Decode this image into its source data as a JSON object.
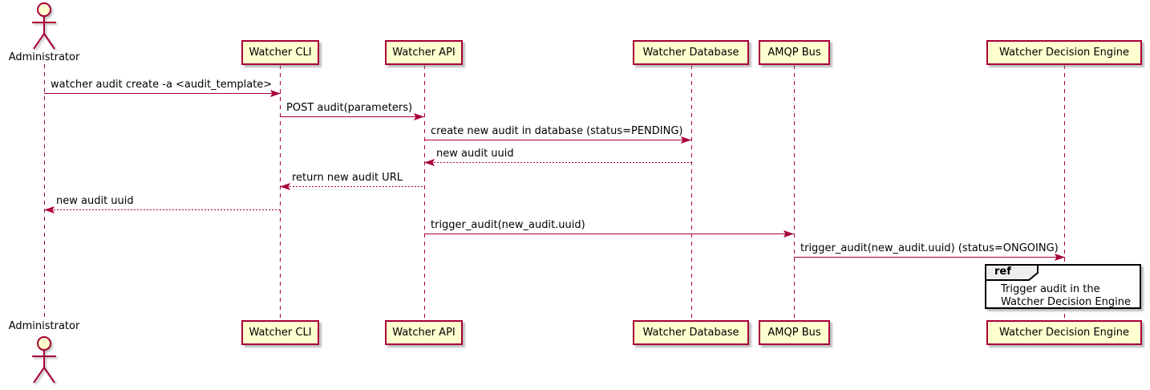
{
  "diagram": {
    "type": "sequence-diagram",
    "actor": {
      "name": "Administrator"
    },
    "participants": [
      {
        "name": "Watcher CLI"
      },
      {
        "name": "Watcher API"
      },
      {
        "name": "Watcher Database"
      },
      {
        "name": "AMQP Bus"
      },
      {
        "name": "Watcher Decision Engine"
      }
    ],
    "messages": [
      {
        "from": "Administrator",
        "to": "Watcher CLI",
        "text": "watcher audit create -a <audit_template>",
        "line": "solid"
      },
      {
        "from": "Watcher CLI",
        "to": "Watcher API",
        "text": "POST audit(parameters)",
        "line": "solid"
      },
      {
        "from": "Watcher API",
        "to": "Watcher Database",
        "text": "create new audit in database (status=PENDING)",
        "line": "solid"
      },
      {
        "from": "Watcher Database",
        "to": "Watcher API",
        "text": "new audit uuid",
        "line": "dashed"
      },
      {
        "from": "Watcher API",
        "to": "Watcher CLI",
        "text": "return new audit URL",
        "line": "dashed"
      },
      {
        "from": "Watcher CLI",
        "to": "Administrator",
        "text": "new audit uuid",
        "line": "dashed"
      },
      {
        "from": "Watcher API",
        "to": "AMQP Bus",
        "text": "trigger_audit(new_audit.uuid)",
        "line": "solid"
      },
      {
        "from": "AMQP Bus",
        "to": "Watcher Decision Engine",
        "text": "trigger_audit(new_audit.uuid) (status=ONGOING)",
        "line": "solid"
      }
    ],
    "ref": {
      "keyword": "ref",
      "line1": "Trigger audit in the",
      "line2": "Watcher Decision Engine"
    },
    "colors": {
      "accent": "#A80036",
      "participant_fill": "#FEFECE",
      "ref_header_fill": "#EEEEEE",
      "text": "#000000",
      "background": "#FFFFFF"
    }
  }
}
